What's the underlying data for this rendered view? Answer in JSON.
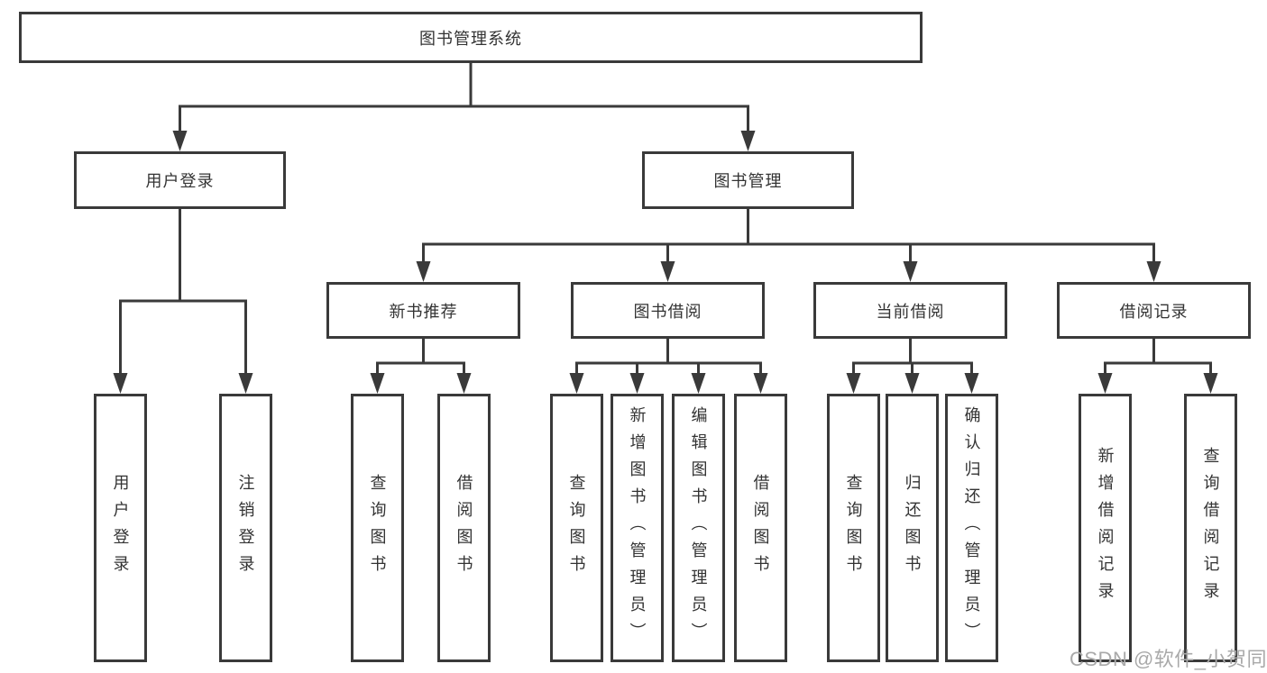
{
  "colors": {
    "background": "#ffffff",
    "line": "#3a3a3a",
    "box_border": "#3a3a3a",
    "text": "#333333",
    "watermark": "#a9a9a9"
  },
  "tree": {
    "root": {
      "label": "图书管理系统"
    },
    "branches": [
      {
        "label": "用户登录",
        "children": [
          {
            "label": "用户登录"
          },
          {
            "label": "注销登录"
          }
        ]
      },
      {
        "label": "图书管理",
        "children": [
          {
            "label": "新书推荐",
            "children": [
              {
                "label": "查询图书"
              },
              {
                "label": "借阅图书"
              }
            ]
          },
          {
            "label": "图书借阅",
            "children": [
              {
                "label": "查询图书"
              },
              {
                "label": "新增图书（管理员）"
              },
              {
                "label": "编辑图书（管理员）"
              },
              {
                "label": "借阅图书"
              }
            ]
          },
          {
            "label": "当前借阅",
            "children": [
              {
                "label": "查询图书"
              },
              {
                "label": "归还图书"
              },
              {
                "label": "确认归还（管理员）"
              }
            ]
          },
          {
            "label": "借阅记录",
            "children": [
              {
                "label": "新增借阅记录"
              },
              {
                "label": "查询借阅记录"
              }
            ]
          }
        ]
      }
    ]
  },
  "watermark": {
    "text": "CSDN @软件_小贺同学"
  }
}
